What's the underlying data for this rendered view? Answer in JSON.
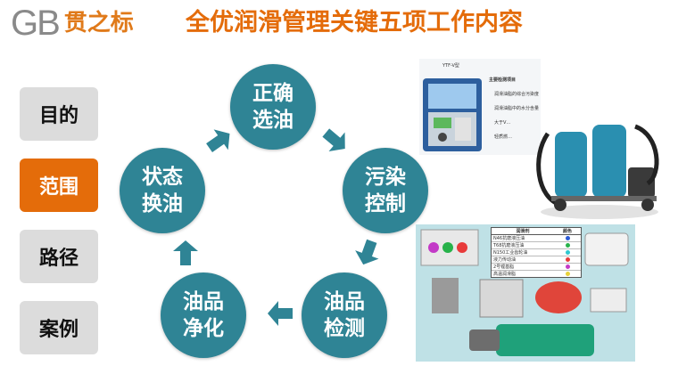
{
  "logo": {
    "mark": "GB",
    "name": "贯之标"
  },
  "title": "全优润滑管理关键五项工作内容",
  "sidebar": [
    {
      "label": "目的",
      "active": false
    },
    {
      "label": "范围",
      "active": true
    },
    {
      "label": "路径",
      "active": false
    },
    {
      "label": "案例",
      "active": false
    }
  ],
  "cycle": [
    {
      "line1": "正确",
      "line2": "选油"
    },
    {
      "line1": "污染",
      "line2": "控制"
    },
    {
      "line1": "油品",
      "line2": "检测"
    },
    {
      "line1": "油品",
      "line2": "净化"
    },
    {
      "line1": "状态",
      "line2": "换油"
    }
  ],
  "colors": {
    "accent": "#e46c0a",
    "circle": "#2f8495",
    "inactive": "#dcdcdc"
  },
  "kit": {
    "model": "YTF-V型",
    "heading": "主要检测项目",
    "items": [
      "润滑油脂的综合污染度",
      "润滑油脂中的水分含量",
      "大于V…",
      "轻质燃…"
    ]
  },
  "lube_table": {
    "headers": [
      "润滑剂",
      "颜色"
    ],
    "rows": [
      {
        "name": "N46抗磨液压油",
        "color": "#2c5bd6"
      },
      {
        "name": "T68抗磨液压油",
        "color": "#27b24a"
      },
      {
        "name": "N150工业齿轮油",
        "color": "#2fc8d0"
      },
      {
        "name": "液力传动油",
        "color": "#e83a3a"
      },
      {
        "name": "2号锂基脂",
        "color": "#c33ac7"
      },
      {
        "name": "高温润滑脂",
        "color": "#e8d23a"
      }
    ]
  }
}
